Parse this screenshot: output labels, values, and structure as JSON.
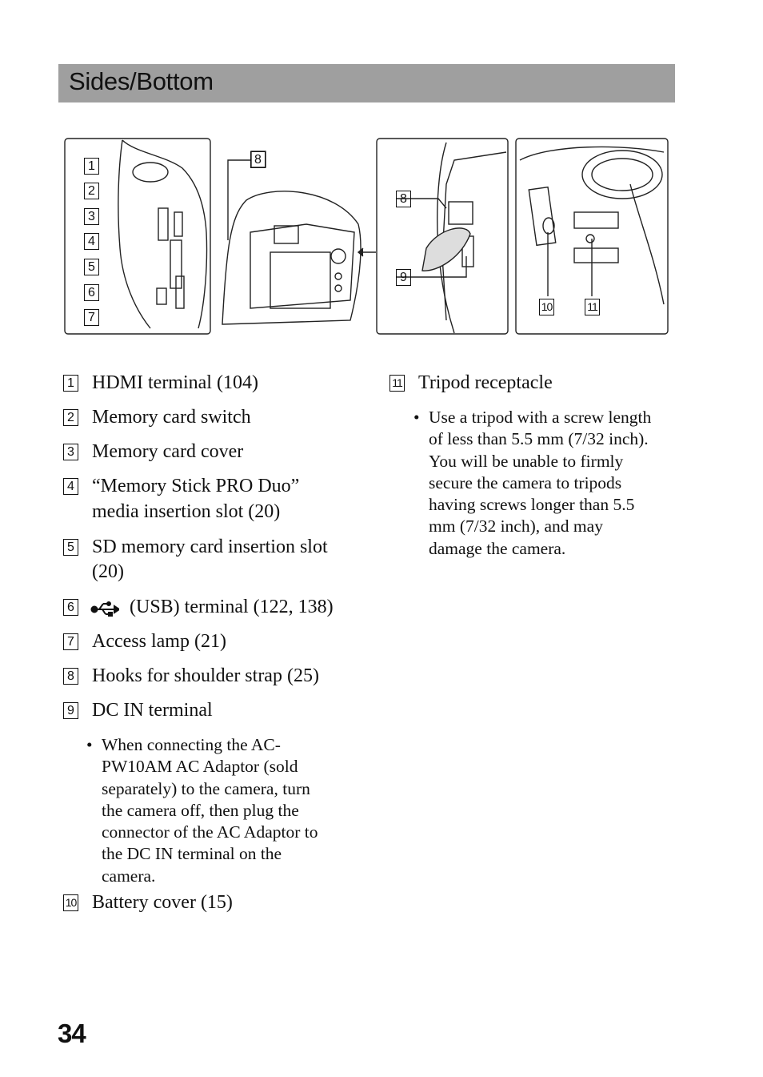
{
  "section": {
    "title": "Sides/Bottom"
  },
  "figure": {
    "callouts": [
      "1",
      "2",
      "3",
      "4",
      "5",
      "6",
      "7",
      "8",
      "8",
      "9",
      "10",
      "11"
    ]
  },
  "items": [
    {
      "num": "1",
      "label": "HDMI terminal (104)"
    },
    {
      "num": "2",
      "label": "Memory card switch"
    },
    {
      "num": "3",
      "label": "Memory card cover"
    },
    {
      "num": "4",
      "label_line1": "“Memory Stick PRO Duo”",
      "label_line2": "media insertion slot (20)"
    },
    {
      "num": "5",
      "label_line1": "SD memory card insertion slot",
      "label_line2": "(20)"
    },
    {
      "num": "6",
      "icon": "usb-icon",
      "label": "(USB) terminal (122, 138)"
    },
    {
      "num": "7",
      "label": "Access lamp (21)"
    },
    {
      "num": "8",
      "label": "Hooks for shoulder strap (25)"
    },
    {
      "num": "9",
      "label": "DC IN terminal"
    },
    {
      "num": "10",
      "label": "Battery cover (15)"
    },
    {
      "num": "11",
      "label": "Tripod receptacle"
    }
  ],
  "notes": {
    "dc_in": {
      "bullet": "•",
      "lines": [
        "When connecting the AC-",
        "PW10AM AC Adaptor (sold",
        "separately) to the camera, turn",
        "the camera off, then plug the",
        "connector of the AC Adaptor to",
        "the DC IN terminal on the",
        "camera."
      ]
    },
    "tripod": {
      "bullet": "•",
      "lines": [
        "Use a tripod with a screw length",
        "of less than 5.5 mm (7/32 inch).",
        "You will be unable to firmly",
        "secure the camera to tripods",
        "having screws longer than 5.5",
        "mm (7/32 inch), and may",
        "damage the camera."
      ]
    }
  },
  "page": {
    "number": "34"
  }
}
